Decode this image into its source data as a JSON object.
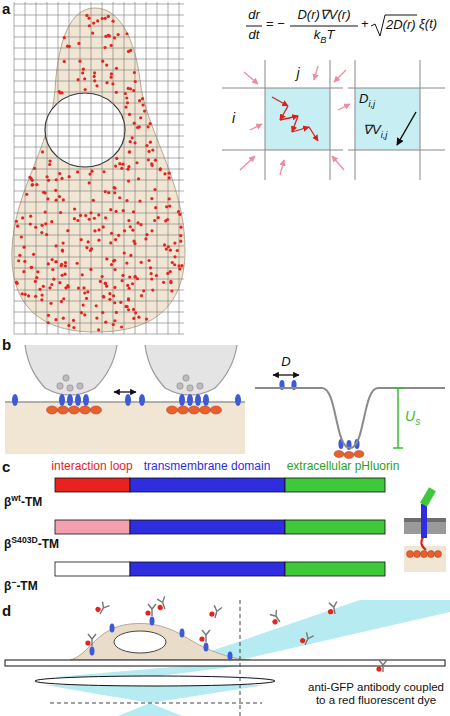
{
  "diagram": {
    "nodes": [
      {
        "text": [
          "Di,j",
          "∇Vi,j"
        ]
      }
    ],
    "labels": [
      "a",
      "dr",
      "dt",
      "= −",
      "D(r)∇V(r)",
      "kBT",
      "+",
      "2D(r)",
      "ξ(t)",
      "j",
      "i",
      "b",
      "D",
      "Us",
      "c",
      "interaction loop",
      "transmembrane domain",
      "extracellular pHluorin",
      "βwt-TM",
      "βS403D-TM",
      "β−-TM",
      "d",
      "anti-GFP antibody coupled to a red fluorescent dye"
    ]
  }
}
